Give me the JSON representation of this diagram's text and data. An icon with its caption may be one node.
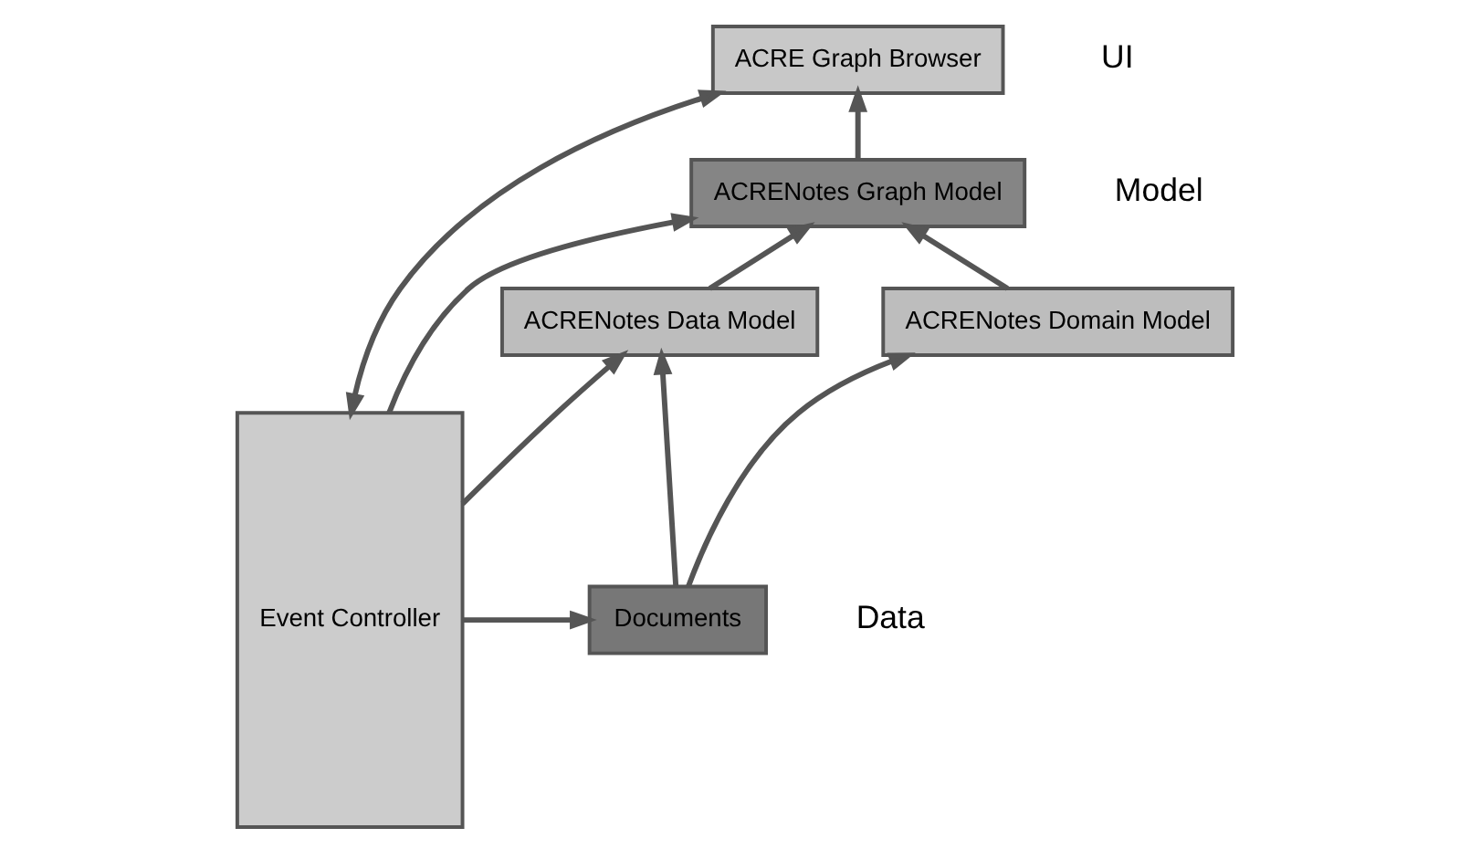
{
  "diagram": {
    "nodes": [
      {
        "text": [
          "ACRE Graph Browser"
        ]
      },
      {
        "text": [
          "Event Controller"
        ]
      },
      {
        "text": [
          "ACRENotes Graph Model"
        ]
      },
      {
        "text": [
          "ACRENotes Domain Model"
        ]
      },
      {
        "text": [
          "ACRENotes Data Model"
        ]
      },
      {
        "text": [
          "Documents"
        ]
      }
    ],
    "edges": [
      {
        "from": 0,
        "to": 1,
        "arrow": "both"
      },
      {
        "from": 2,
        "to": 0,
        "arrow": "to"
      },
      {
        "from": 1,
        "to": 2,
        "arrow": "to"
      },
      {
        "from": 3,
        "to": 2,
        "arrow": "to"
      },
      {
        "from": 4,
        "to": 2,
        "arrow": "to"
      },
      {
        "from": 1,
        "to": 4,
        "arrow": "to"
      },
      {
        "from": 5,
        "to": 3,
        "arrow": "to"
      },
      {
        "from": 5,
        "to": 4,
        "arrow": "to"
      },
      {
        "from": 1,
        "to": 5,
        "arrow": "to"
      }
    ],
    "labels": [
      "UI",
      "Model",
      "Data"
    ]
  }
}
